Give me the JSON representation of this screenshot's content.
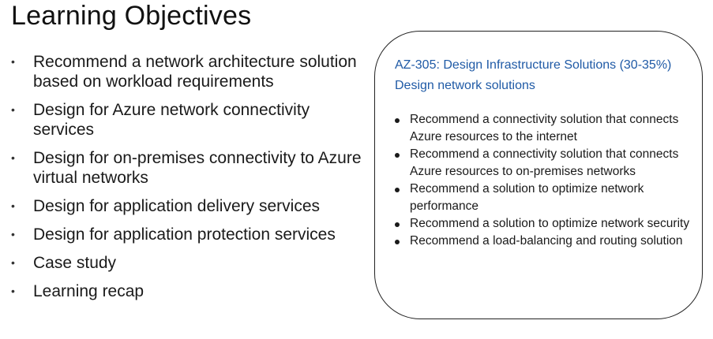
{
  "slide": {
    "title": "Learning Objectives",
    "objectives": [
      "Recommend a network architecture solution based on workload requirements",
      "Design for Azure network connectivity services",
      "Design for on-premises connectivity to Azure virtual networks",
      "Design for application delivery services",
      "Design for application protection services",
      "Case study",
      "Learning recap"
    ],
    "bullet_glyph": "•",
    "card": {
      "heading": "AZ-305: Design Infrastructure Solutions (30-35%)",
      "subheading": "Design network solutions",
      "heading_color": "#1f5aa6",
      "items": [
        "Recommend a connectivity solution that connects Azure resources to the internet",
        "Recommend a connectivity solution that connects Azure resources to on-premises networks",
        "Recommend a solution to optimize network performance",
        "Recommend a solution to optimize network security",
        "Recommend a load-balancing and routing solution"
      ]
    }
  }
}
